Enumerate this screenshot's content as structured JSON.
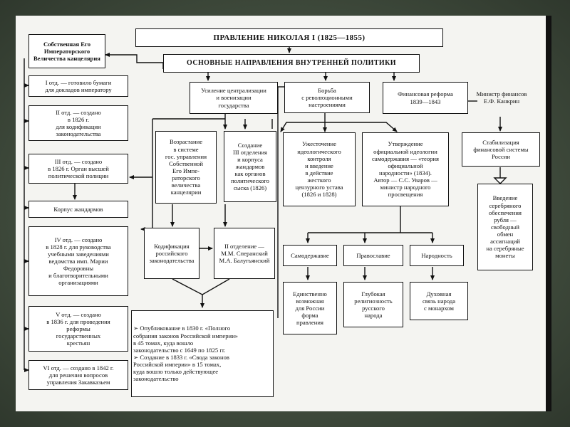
{
  "diagram": {
    "title": "ПРАВЛЕНИЕ НИКОЛАЯ I (1825—1855)",
    "subtitle": "ОСНОВНЫЕ НАПРАВЛЕНИЯ ВНУТРЕННЕЙ ПОЛИТИКИ",
    "chancellery": {
      "header": "Собственная Его\nИмператорского\nВеличества канцелярия",
      "dept1": "I отд. — готовило бумаги\nдля докладов императору",
      "dept2": "II отд. — создано\nв 1826 г.\nдля кодификации\nзаконодательства",
      "dept3": "III отд. — создано\nв 1826 г. Орган высшей\nполитической полиции",
      "gendarmes": "Корпус жандармов",
      "dept4": "IV отд. — создано\nв 1828 г. для руководства\nучебными заведениями\nведомства имп. Марии\nФедоровны\nи благотворительными\nорганизациями",
      "dept5": "V отд. — создано\nв 1836 г. для проведения\nреформы\nгосударственных\nкрестьян",
      "dept6": "VI отд. — создано в 1842 г.\nдля решения вопросов\nуправления Закавказьем"
    },
    "directions": {
      "centralization": "Усиление централизации\nи военизации\nгосударства",
      "struggle": "Борьба\nс революционными\nнастроениями",
      "finance_reform": "Финансовая реформа\n1839—1843",
      "minister": "Министр финансов\nЕ.Ф. Канкрин"
    },
    "second_row": {
      "chancellery_growth": "Возрастание\nв системе\nгос. управления\nСобственной\nЕго Импе-\nраторского\nвеличества\nканцелярии",
      "third_dept": "Создание\nIII отделения\nи корпуса\nжандармов\nкак органов\nполитического\nсыска (1826)",
      "censorship": "Ужесточение\nидеологического\nконтроля\nи введение\nв действие\nжесткого\nцензурного устава\n(1826 и 1828)",
      "ideology": "Утверждение\nофициальной идеологии\nсамодержавия — «теория\nофициальной\nнародности» (1834).\nАвтор — С.С. Уваров —\nминистр народного\nпросвещения",
      "stabilization": "Стабилизация\nфинансовой системы\nРоссии"
    },
    "codification": {
      "box": "Кодификация\nроссийского\nзаконодательства",
      "authors": "II отделение —\nМ.М. Сперанский\nМ.А. Балугьянский",
      "result": "➢ Опубликование в 1830 г. «Полного\nсобрания законов Российской империи»\nв 45 томах, куда вошло\nзаконодательство с 1649 по 1825 гг.\n➢ Создание в 1833 г. «Свода законов\nРоссийской империи» в 15 томах,\nкуда вошло только действующее\nзаконодательство"
    },
    "triad": {
      "autocracy": "Самодержавие",
      "orthodoxy": "Православие",
      "nationality": "Народность",
      "autocracy_desc": "Единственно\nвозможная\nдля России\nформа\nправления",
      "orthodoxy_desc": "Глубокая\nрелигиозность\nрусского\nнарода",
      "nationality_desc": "Духовная\nсвязь народа\nс монархом"
    },
    "silver": "Введение\nсеребряного\nобеспечения\nрубля —\nсвободный\nобмен\nассигнаций\nна серебряные\nмонеты"
  }
}
